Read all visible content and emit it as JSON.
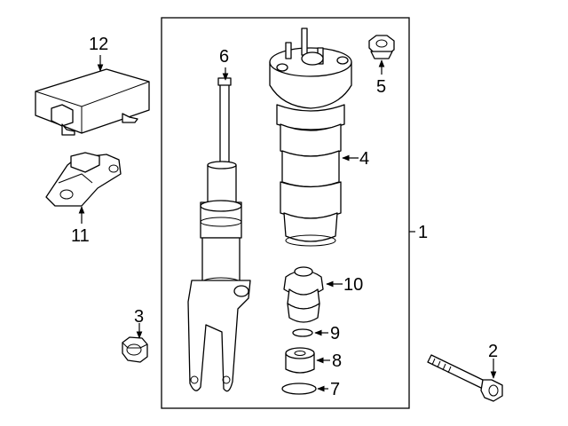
{
  "callouts": {
    "c1": "1",
    "c2": "2",
    "c3": "3",
    "c4": "4",
    "c5": "5",
    "c6": "6",
    "c7": "7",
    "c8": "8",
    "c9": "9",
    "c10": "10",
    "c11": "11",
    "c12": "12"
  },
  "parts": {
    "p1": "strut-assembly",
    "p2": "bolt",
    "p3": "nut",
    "p4": "air-spring",
    "p5": "upper-nut",
    "p6": "shock-absorber",
    "p7": "seal-ring",
    "p8": "bushing",
    "p9": "o-ring",
    "p10": "bump-stop",
    "p11": "sensor-bracket",
    "p12": "control-module"
  },
  "colors": {
    "line": "#000000",
    "background": "#ffffff"
  }
}
